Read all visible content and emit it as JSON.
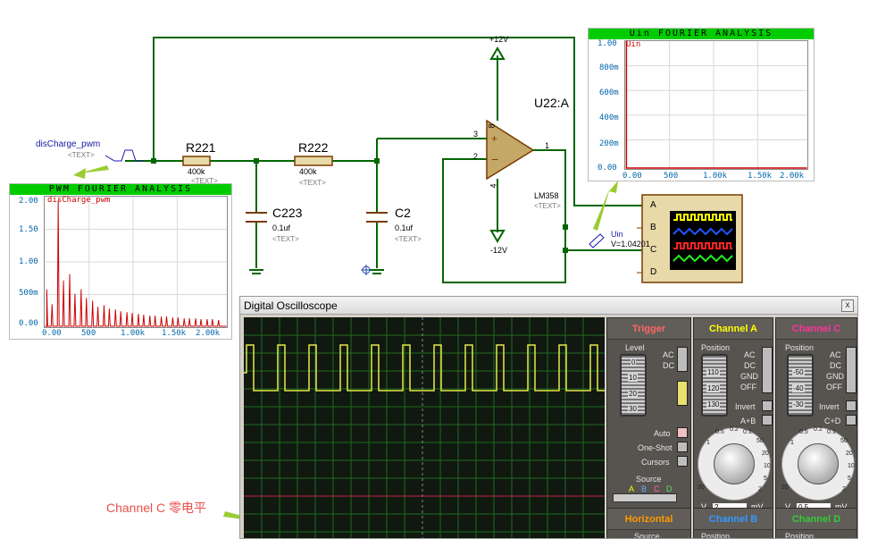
{
  "schematic": {
    "probe_label": "disCharge_pwm",
    "resistors": [
      {
        "ref": "R221",
        "value": "400k",
        "placeholder": "<TEXT>"
      },
      {
        "ref": "R222",
        "value": "400k",
        "placeholder": "<TEXT>"
      }
    ],
    "capacitors": [
      {
        "ref": "C223",
        "value": "0.1uf",
        "placeholder": "<TEXT>"
      },
      {
        "ref": "C2",
        "value": "0.1uf",
        "placeholder": "<TEXT>"
      }
    ],
    "opamp": {
      "ref": "U22:A",
      "part": "LM358",
      "placeholder": "<TEXT>",
      "pin_plus": "3",
      "pin_minus": "2",
      "pin_out": "1",
      "pin_v_pos": "8",
      "pin_v_neg": "4"
    },
    "supply_pos": "+12V",
    "supply_neg": "-12V",
    "voltage_probe": {
      "name": "Uin",
      "reading": "V=1.04201"
    },
    "scope_channels": [
      "A",
      "B",
      "C",
      "D"
    ]
  },
  "uin_fourier": {
    "title": "Uin  FOURIER ANALYSIS",
    "trace": "Uin",
    "y_ticks": [
      "1.00",
      "800m",
      "600m",
      "400m",
      "200m",
      "0.00"
    ],
    "x_ticks": [
      "0.00",
      "500",
      "1.00k",
      "1.50k",
      "2.00k"
    ]
  },
  "pwm_fourier": {
    "title": "PWM FOURIER ANALYSIS",
    "trace": "disCharge_pwm",
    "y_ticks": [
      "2.00",
      "1.50",
      "1.00",
      "500m",
      "0.00"
    ],
    "x_ticks": [
      "0.00",
      "500",
      "1.00k",
      "1.50k",
      "2.00k"
    ]
  },
  "oscilloscope": {
    "title": "Digital Oscilloscope",
    "close_glyph": "x",
    "trigger": {
      "title": "Trigger",
      "level_label": "Level",
      "ticks": [
        "0",
        "10",
        "20",
        "30"
      ],
      "coupling": [
        "AC",
        "DC"
      ],
      "buttons": [
        "Auto",
        "One-Shot",
        "Cursors"
      ],
      "source_label": "Source",
      "sources": [
        "A",
        "B",
        "C",
        "D"
      ]
    },
    "channel_a": {
      "title": "Channel A",
      "position_label": "Position",
      "ticks": [
        "110",
        "120",
        "130"
      ],
      "coupling": [
        "AC",
        "DC",
        "GND",
        "OFF"
      ],
      "invert": "Invert",
      "combine": "A+B",
      "scale_value": "2",
      "unit_v": "V",
      "unit_mv": "mV",
      "knob_labels": [
        "0.5",
        "0.2",
        "0.1",
        "50",
        "20",
        "10",
        "5",
        "2",
        "1",
        "20",
        "10",
        "5",
        "2",
        "1"
      ]
    },
    "channel_c": {
      "title": "Channel C",
      "position_label": "Position",
      "ticks": [
        "-50",
        "-40",
        "-30"
      ],
      "coupling": [
        "AC",
        "DC",
        "GND",
        "OFF"
      ],
      "invert": "Invert",
      "combine": "C+D",
      "scale_value": "0.5",
      "unit_v": "V",
      "unit_mv": "mV",
      "knob_labels": [
        "0.5",
        "0.2",
        "0.1",
        "50",
        "20",
        "10",
        "5",
        "2",
        "1",
        "20",
        "10",
        "5",
        "2",
        "1"
      ]
    },
    "horizontal": {
      "title": "Horizontal",
      "source_label": "Source"
    },
    "channel_b": {
      "title": "Channel B",
      "position_label": "Position"
    },
    "channel_d": {
      "title": "Channel D",
      "position_label": "Position"
    }
  },
  "annotation": {
    "text": "Channel C 零电平"
  },
  "colors": {
    "wire": "#006600",
    "trace_yellow": "#ffff00",
    "trace_red": "#cc0000",
    "graph_header": "#00cc00",
    "arrow": "#99cc33",
    "trigger_title": "#ff6666",
    "channel_a_title": "#ffff00",
    "channel_c_title": "#ff3399",
    "horizontal_title": "#ff9900",
    "channel_b_title": "#3399ff",
    "channel_d_title": "#33cc33"
  }
}
